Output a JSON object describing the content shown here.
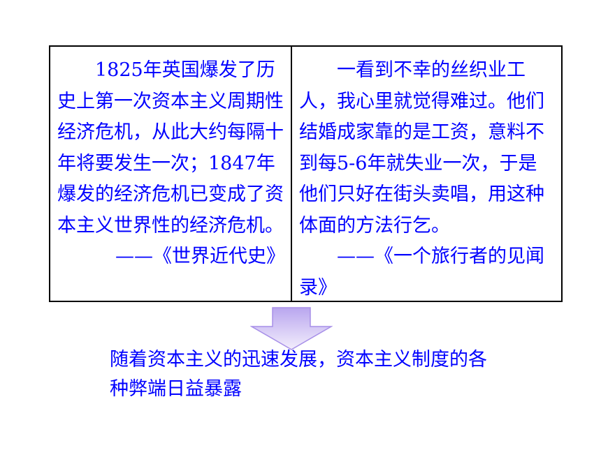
{
  "table": {
    "left": {
      "paragraph": "1825年英国爆发了历史上第一次资本主义周期性经济危机，从此大约每隔十年将要发生一次；1847年爆发的经济危机已变成了资本主义世界性的经济危机。",
      "source": "——《世界近代史》"
    },
    "right": {
      "paragraph": "一看到不幸的丝织业工人，我心里就觉得难过。他们结婚成家靠的是工资，意料不到每5-6年就失业一次，于是他们只好在街头卖唱，用这种体面的方法行乞。",
      "source": "——《一个旅行者的见闻录》"
    }
  },
  "conclusion": "随着资本主义的迅速发展，资本主义制度的各种弊端日益暴露",
  "colors": {
    "text": "#0000ff",
    "border": "#000000",
    "arrow_top": "#b9a6ef",
    "arrow_bottom": "#f3eefc",
    "arrow_outline": "#a78fe8"
  }
}
